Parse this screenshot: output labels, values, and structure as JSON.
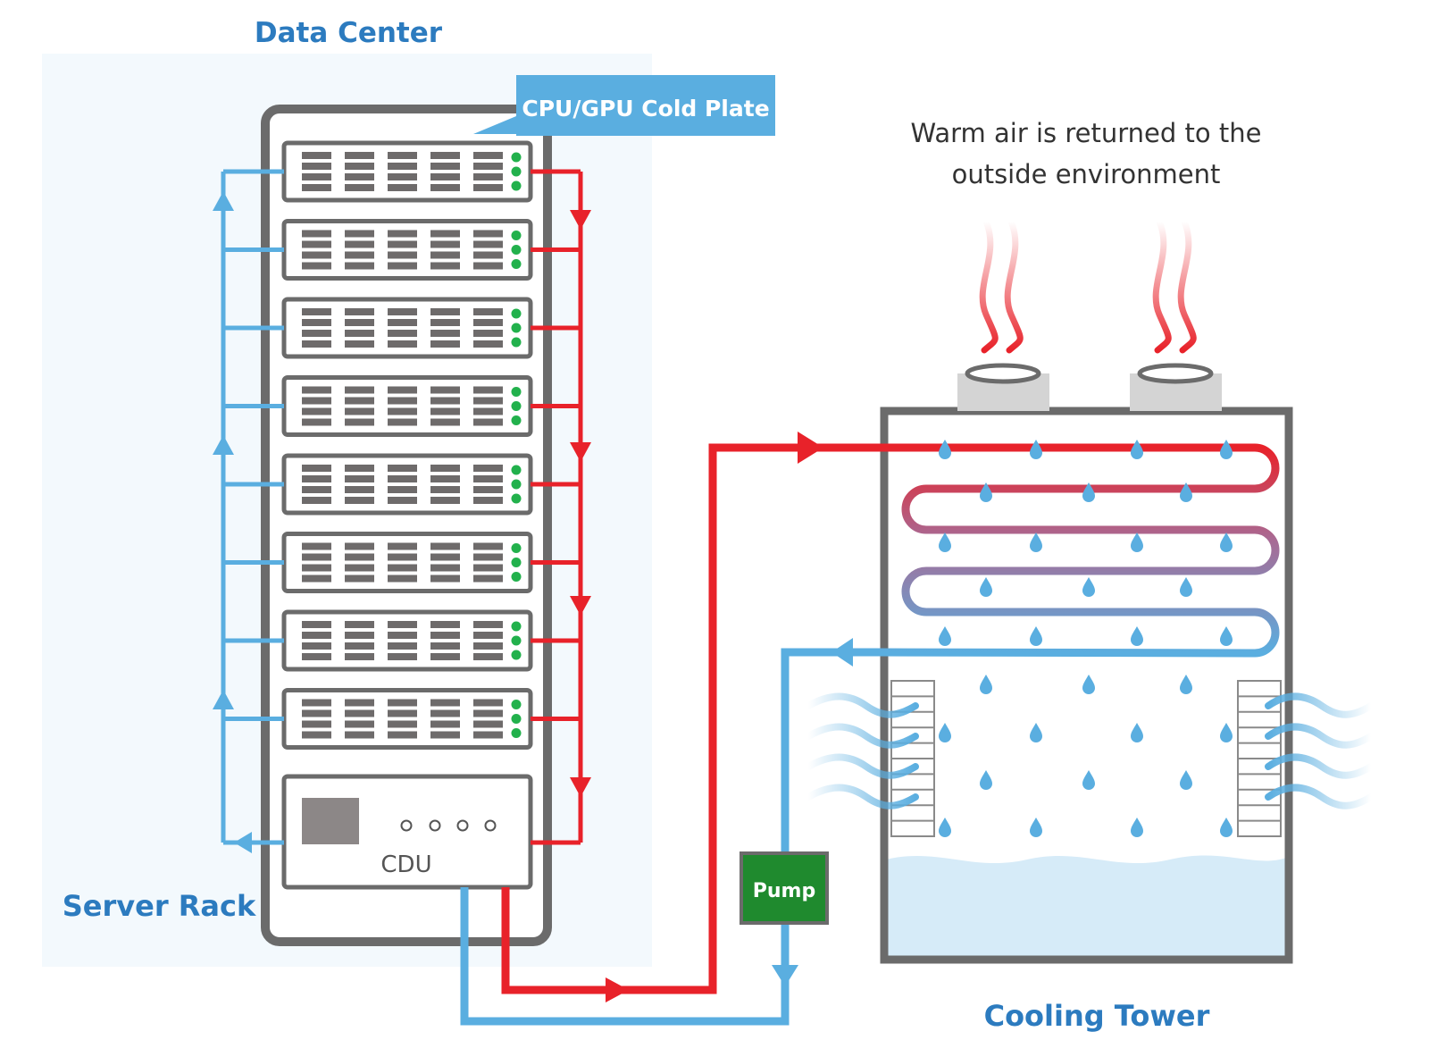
{
  "labels": {
    "data_center": "Data Center",
    "server_rack": "Server Rack",
    "cold_plate": "CPU/GPU  Cold Plate",
    "warm_air_line1": "Warm air is returned to the",
    "warm_air_line2": "outside environment",
    "cdu": "CDU",
    "pump": "Pump",
    "cooling_tower": "Cooling Tower"
  },
  "colors": {
    "hot_line": "#e8222a",
    "cold_line": "#5aaee0",
    "rack_frame": "#6b6b6b",
    "data_center_bg": "#f3f9fd",
    "label_blue": "#2c7bbf",
    "pump_green": "#1f8a2e",
    "status_led": "#22b14c",
    "basin_water": "#d6ebf8",
    "callout_bg": "#5aaee0"
  },
  "server_units": 8
}
